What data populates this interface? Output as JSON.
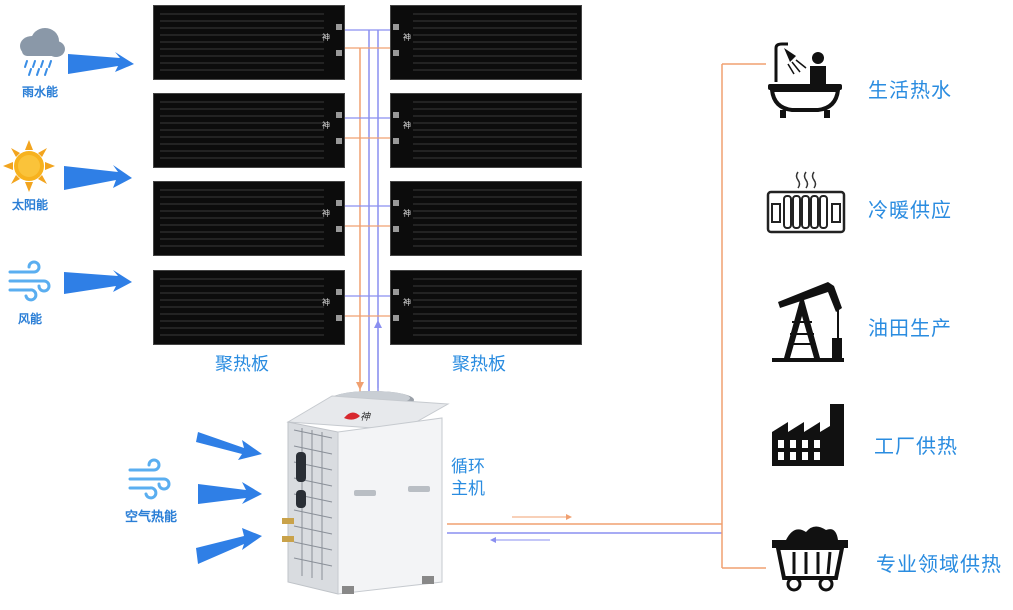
{
  "energy_sources": [
    {
      "label": "雨水能",
      "icon": "rain-cloud-icon"
    },
    {
      "label": "太阳能",
      "icon": "sun-icon"
    },
    {
      "label": "风能",
      "icon": "wind-icon"
    }
  ],
  "air_energy": {
    "label": "空气热能",
    "icon": "wind-icon"
  },
  "collectors": {
    "left_label": "聚热板",
    "right_label": "聚热板",
    "rows": 4,
    "brand_mark": "神"
  },
  "main_unit": {
    "label_line1": "循环",
    "label_line2": "主机",
    "brand_mark": "神"
  },
  "applications": [
    {
      "label": "生活热水",
      "icon": "bathtub-shower-icon"
    },
    {
      "label": "冷暖供应",
      "icon": "radiator-icon"
    },
    {
      "label": "油田生产",
      "icon": "oil-pumpjack-icon"
    },
    {
      "label": "工厂供热",
      "icon": "factory-icon"
    },
    {
      "label": "专业领域供热",
      "icon": "coal-cart-icon"
    }
  ],
  "colors": {
    "label_blue": "#2a8ce0",
    "arrow_blue": "#2f7fe6",
    "pipe_hot": "#f0a070",
    "pipe_cold": "#8a8ff0",
    "panel_black": "#0c0c0c"
  }
}
